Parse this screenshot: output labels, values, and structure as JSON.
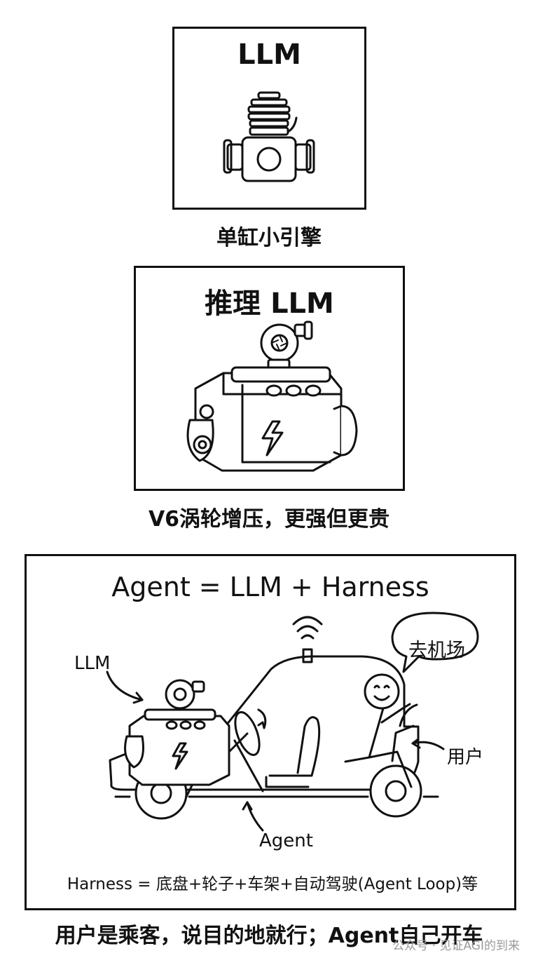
{
  "panel_llm": {
    "title": "LLM",
    "caption": "单缸小引擎"
  },
  "panel_reasoning": {
    "title": "推理 LLM",
    "caption": "V6涡轮增压，更强但更贵"
  },
  "panel_agent": {
    "title": "Agent = LLM + Harness",
    "label_llm": "LLM",
    "speech": "去机场",
    "label_user": "用户",
    "label_agent": "Agent",
    "harness_note": "Harness = 底盘+轮子+车架+自动驾驶(Agent Loop)等"
  },
  "footer_caption": "用户是乘客，说目的地就行；Agent自己开车",
  "watermark": "公众号 · 见证AGI的到来",
  "colors": {
    "ink": "#111111",
    "background": "#ffffff",
    "watermark": "#9a9a9a"
  }
}
